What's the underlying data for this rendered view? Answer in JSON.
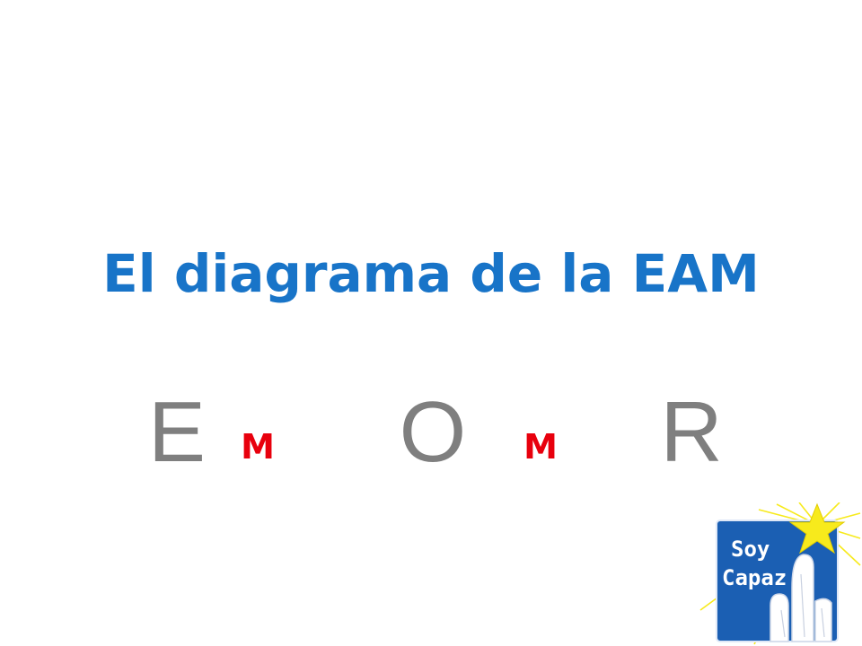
{
  "slide": {
    "title": "El diagrama de la EAM",
    "sequence": [
      {
        "text": "E",
        "role": "letter"
      },
      {
        "text": "M",
        "role": "mark"
      },
      {
        "text": "O",
        "role": "letter"
      },
      {
        "text": "M",
        "role": "mark"
      },
      {
        "text": "R",
        "role": "letter"
      }
    ]
  },
  "logo": {
    "line1": "Soy",
    "line2": "Capaz"
  },
  "colors": {
    "title": "#1874c8",
    "letters": "#7f7f7f",
    "marks": "#e8000d",
    "logo_bg": "#1b5fb3",
    "logo_star": "#f7ea1c"
  }
}
